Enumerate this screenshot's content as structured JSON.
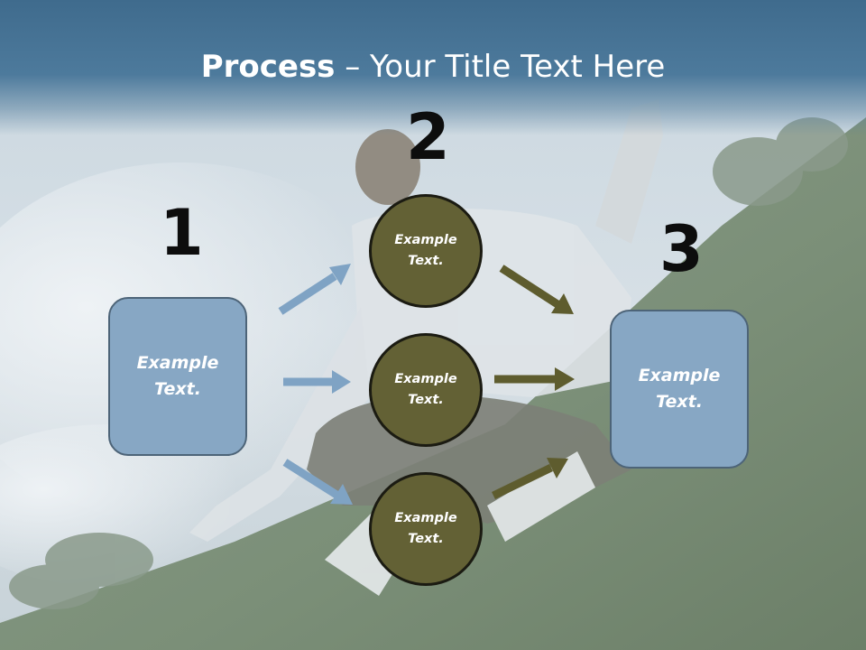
{
  "slide": {
    "title_bold": "Process",
    "title_rest": " – Your Title Text Here",
    "numbers": [
      "1",
      "2",
      "3"
    ],
    "left_box": {
      "line1": "Example",
      "line2": "Text."
    },
    "circles": [
      {
        "line1": "Example",
        "line2": "Text."
      },
      {
        "line1": "Example",
        "line2": "Text."
      },
      {
        "line1": "Example",
        "line2": "Text."
      }
    ],
    "right_box": {
      "line1": "Example",
      "line2": "Text."
    }
  },
  "colors": {
    "title_band": "#4a7698",
    "box_fill": "#87a7c4",
    "circle_fill": "#636135",
    "blue_arrow": "#7fa3c4",
    "olive_arrow": "#5e5c2e"
  },
  "background": "man-meditating-on-grass-photo"
}
